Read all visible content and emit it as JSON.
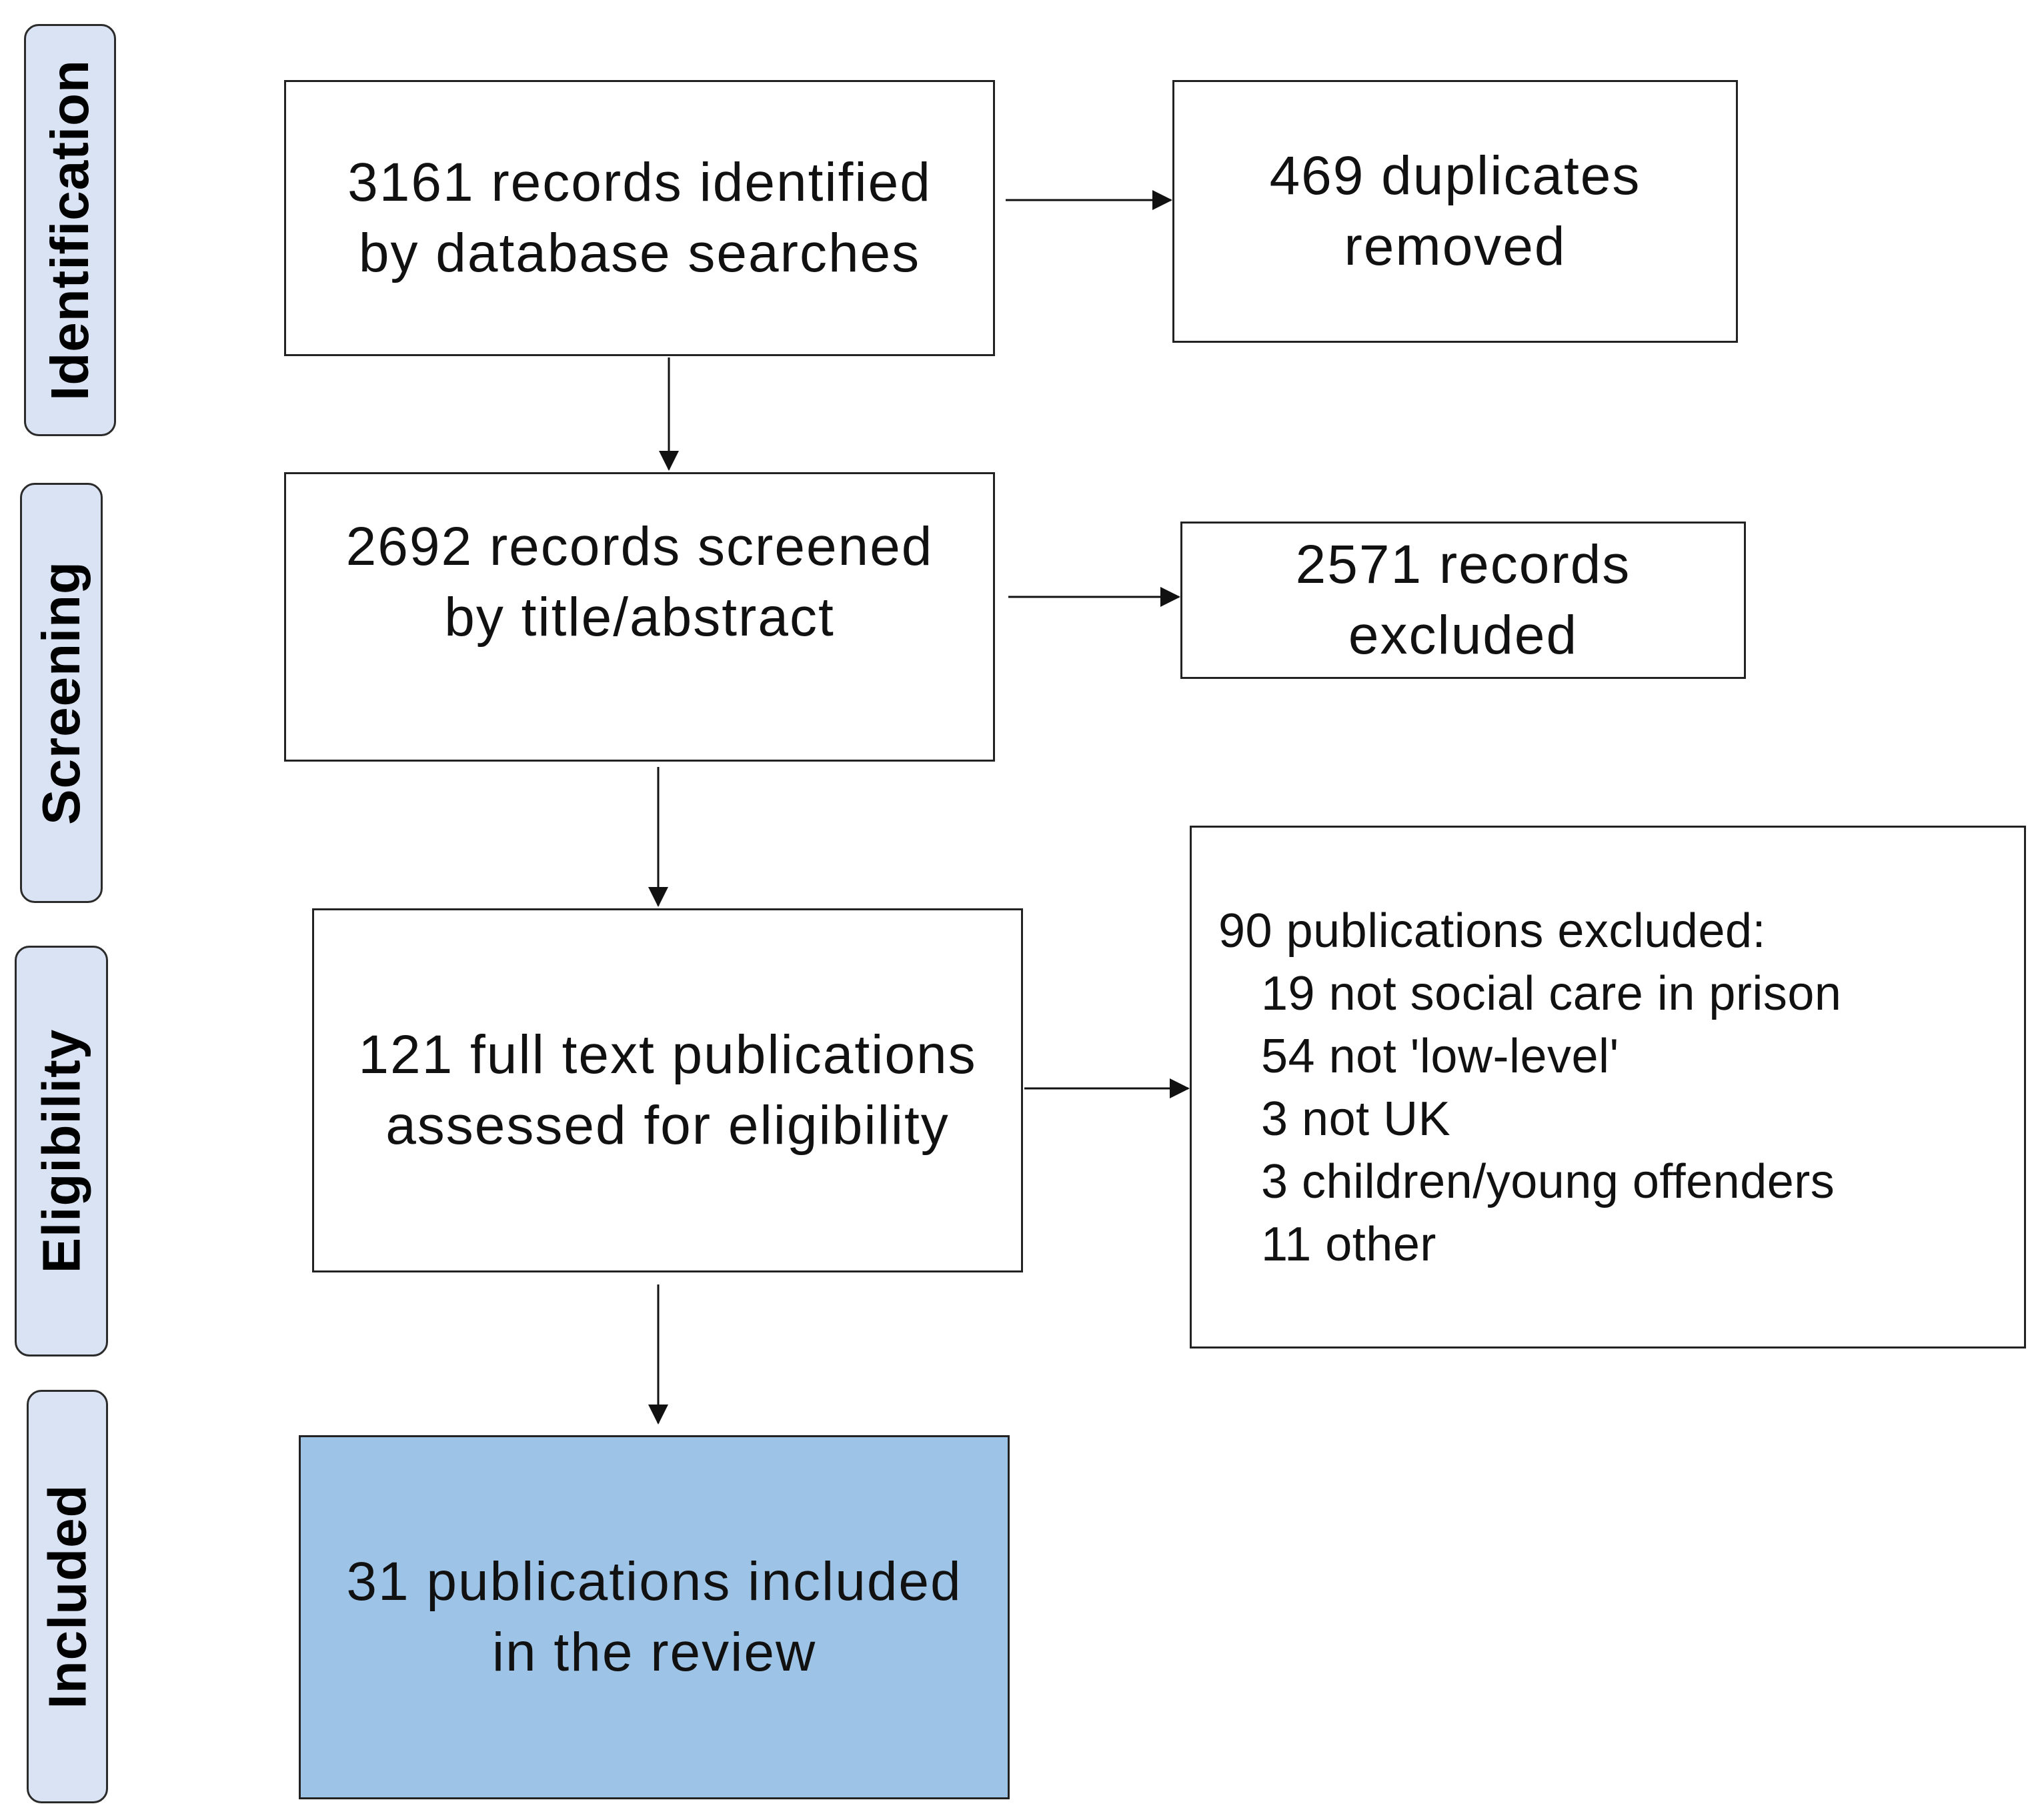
{
  "stages": [
    {
      "label": "Identification"
    },
    {
      "label": "Screening"
    },
    {
      "label": "Eligibility"
    },
    {
      "label": "Included"
    }
  ],
  "boxes": {
    "identified": {
      "line1": "3161 records identified",
      "line2": "by database searches"
    },
    "duplicates": {
      "line1": "469 duplicates",
      "line2": "removed"
    },
    "screened": {
      "line1": "2692 records screened",
      "line2": "by title/abstract"
    },
    "screen_excluded": {
      "line1": "2571 records",
      "line2": "excluded"
    },
    "fulltext": {
      "line1": "121 full text publications",
      "line2": "assessed for eligibility"
    },
    "fulltext_excluded": {
      "heading": "90 publications excluded:",
      "items": [
        "19 not social care in prison",
        "54 not 'low-level'",
        "3 not UK",
        "3 children/young offenders",
        "11 other"
      ]
    },
    "included": {
      "line1": "31 publications included",
      "line2": "in the review"
    }
  },
  "colors": {
    "stage_fill": "#dae3f3",
    "included_fill": "#9dc3e6"
  }
}
